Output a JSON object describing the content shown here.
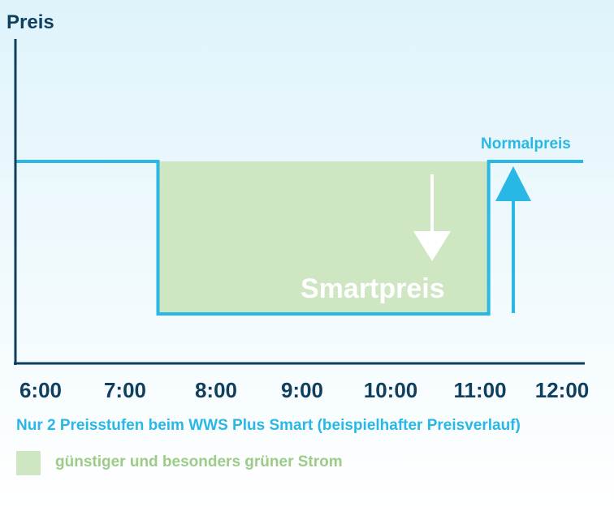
{
  "colors": {
    "axis": "#0f3f5e",
    "price_line": "#29b7e6",
    "smart_fill": "#cfe6c3",
    "smart_text": "#ffffff",
    "caption": "#29b7e6",
    "legend_text": "#9ccc87"
  },
  "chart_data": {
    "type": "line",
    "ylabel": "Preis",
    "xlabel": "",
    "x_ticks": [
      "6:00",
      "7:00",
      "8:00",
      "9:00",
      "10:00",
      "11:00",
      "12:00"
    ],
    "series": [
      {
        "name": "",
        "step": true,
        "points": [
          {
            "x": "6:00",
            "level": "Normalpreis"
          },
          {
            "x": "7:30",
            "level": "Smartpreis"
          },
          {
            "x": "11:00",
            "level": "Normalpreis"
          },
          {
            "x": "12:00",
            "level": "Normalpreis"
          }
        ]
      }
    ],
    "levels": [
      "Normalpreis",
      "Smartpreis"
    ],
    "annotations": {
      "normal_label": "Normalpreis",
      "smart_label": "Smartpreis",
      "down_arrow": "white-down-arrow",
      "up_arrow": "blue-up-arrow"
    },
    "caption": "Nur 2 Preisstufen beim WWS Plus Smart (beispielhafter Preisverlauf)",
    "legend": [
      {
        "label": "günstiger und besonders grüner Strom",
        "color": "#cfe6c3"
      }
    ],
    "grid": false
  }
}
